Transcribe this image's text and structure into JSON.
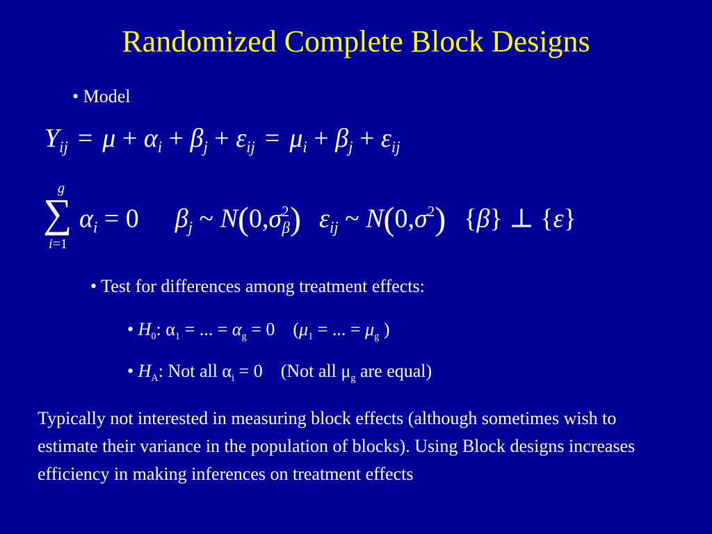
{
  "title": "Randomized Complete Block Designs",
  "bullets": {
    "model": "• Model",
    "test": "• Test for differences among treatment effects:",
    "h0_text": ": α",
    "ha_text": ": Not all α",
    "ha_paren": "(Not all μ",
    "ha_tail": " are equal)"
  },
  "paragraph": "Typically not interested in measuring block effects (although sometimes wish to estimate their variance in the population of blocks). Using Block designs increases efficiency in making inferences on treatment effects",
  "colors": {
    "background": "#000099",
    "title": "#ffff00",
    "text": "#ffffff"
  }
}
